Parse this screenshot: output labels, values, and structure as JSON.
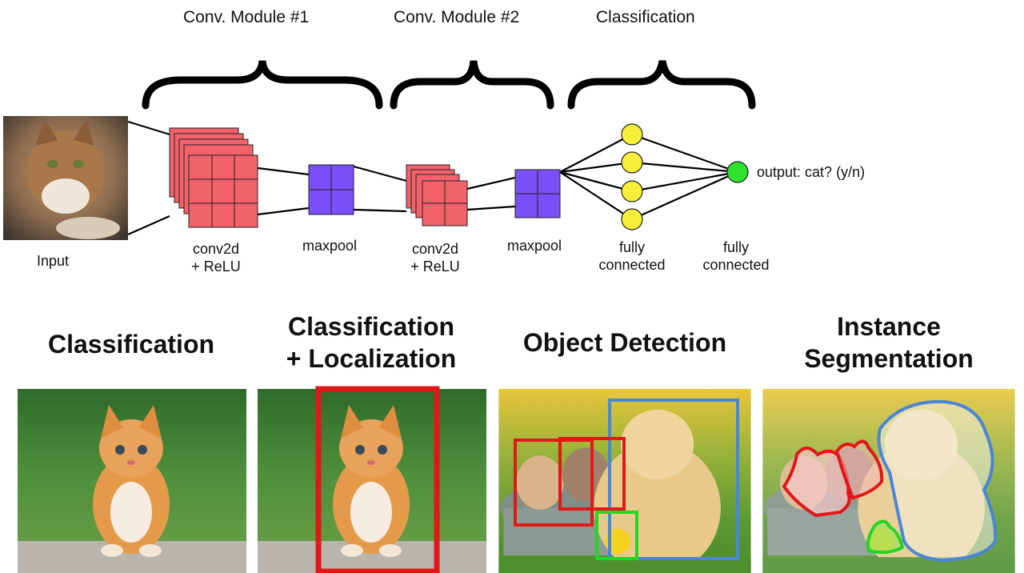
{
  "diagram": {
    "modules": [
      {
        "title": "Conv. Module #1"
      },
      {
        "title": "Conv. Module #2"
      },
      {
        "title": "Classification"
      }
    ],
    "input_label": "Input",
    "layers": [
      {
        "label_line1": "conv2d",
        "label_line2": "+ ReLU",
        "color": "#f2626a"
      },
      {
        "label_line1": "maxpool",
        "label_line2": "",
        "color": "#7a4ff7"
      },
      {
        "label_line1": "conv2d",
        "label_line2": "+ ReLU",
        "color": "#f2626a"
      },
      {
        "label_line1": "maxpool",
        "label_line2": "",
        "color": "#7a4ff7"
      },
      {
        "label_line1": "fully",
        "label_line2": "connected",
        "color": "#f5ef3a"
      },
      {
        "label_line1": "fully",
        "label_line2": "connected",
        "color": "#2ee32e"
      }
    ],
    "output_text": "output: cat? (y/n)"
  },
  "tasks": [
    {
      "title_line1": "Classification",
      "title_line2": ""
    },
    {
      "title_line1": "Classification",
      "title_line2": "+ Localization"
    },
    {
      "title_line1": "Object Detection",
      "title_line2": ""
    },
    {
      "title_line1": "Instance",
      "title_line2": "Segmentation"
    }
  ],
  "colors": {
    "box_red": "#e01818",
    "box_blue": "#4a86d8",
    "box_green": "#22d622"
  }
}
